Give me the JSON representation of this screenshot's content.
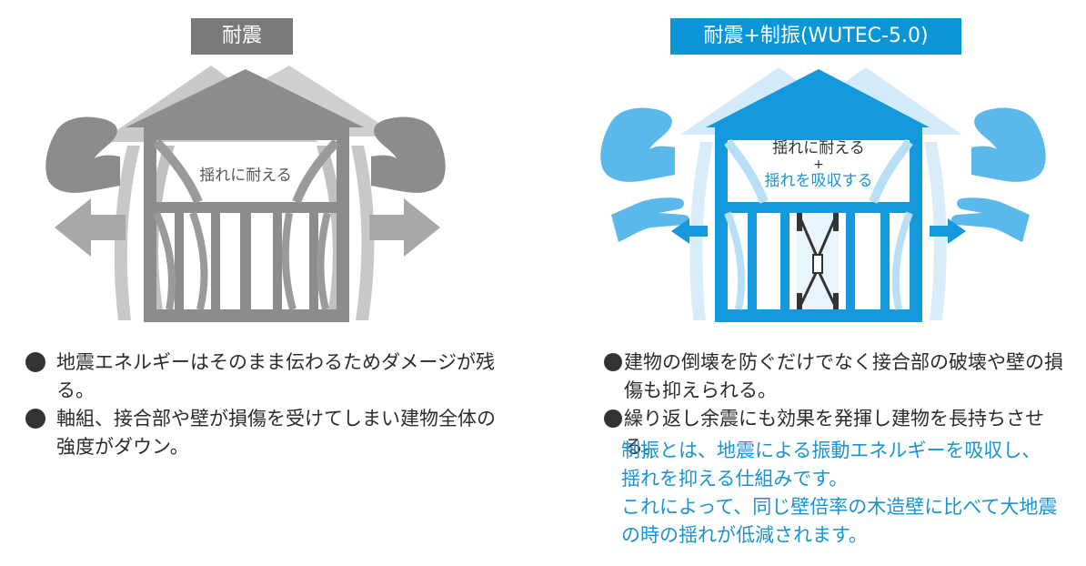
{
  "left_panel": {
    "title": "耐震",
    "house_caption": "揺れに耐える",
    "bullets": [
      "地震エネルギーはそのまま伝わるためダメージが残る。",
      "軸組、接合部や壁が損傷を受けてしまい建物全体の強度がダウン。"
    ],
    "colors": {
      "label_bg": "#7a7a7a",
      "house": "#8c8c8c",
      "house_light": "#c8c8c8"
    }
  },
  "right_panel": {
    "title": "耐震+制振(WUTEC-5.0)",
    "house_caption_line1": "揺れに耐える",
    "house_caption_plus": "+",
    "house_caption_line2": "揺れを吸収する",
    "bullets": [
      "建物の倒壊を防ぐだけでなく接合部の破壊や壁の損傷も抑えられる。",
      "繰り返し余震にも効果を発揮し建物を長持ちさせる。"
    ],
    "note_lines": [
      "制振とは、地震による振動エネルギーを吸収し、",
      "揺れを抑える仕組みです。",
      "これによって、同じ壁倍率の木造壁に比べて大地震",
      "の時の揺れが低減されます。"
    ],
    "colors": {
      "label_bg": "#0a95d6",
      "house": "#1499dc",
      "house_light": "#cde8f8",
      "icon": "#5bb8ea",
      "note_text": "#1a93d2"
    }
  },
  "icons": [
    "flexed-arm-icon",
    "arrow-left-icon",
    "arrow-right-icon",
    "open-hand-icon",
    "damper-icon"
  ]
}
